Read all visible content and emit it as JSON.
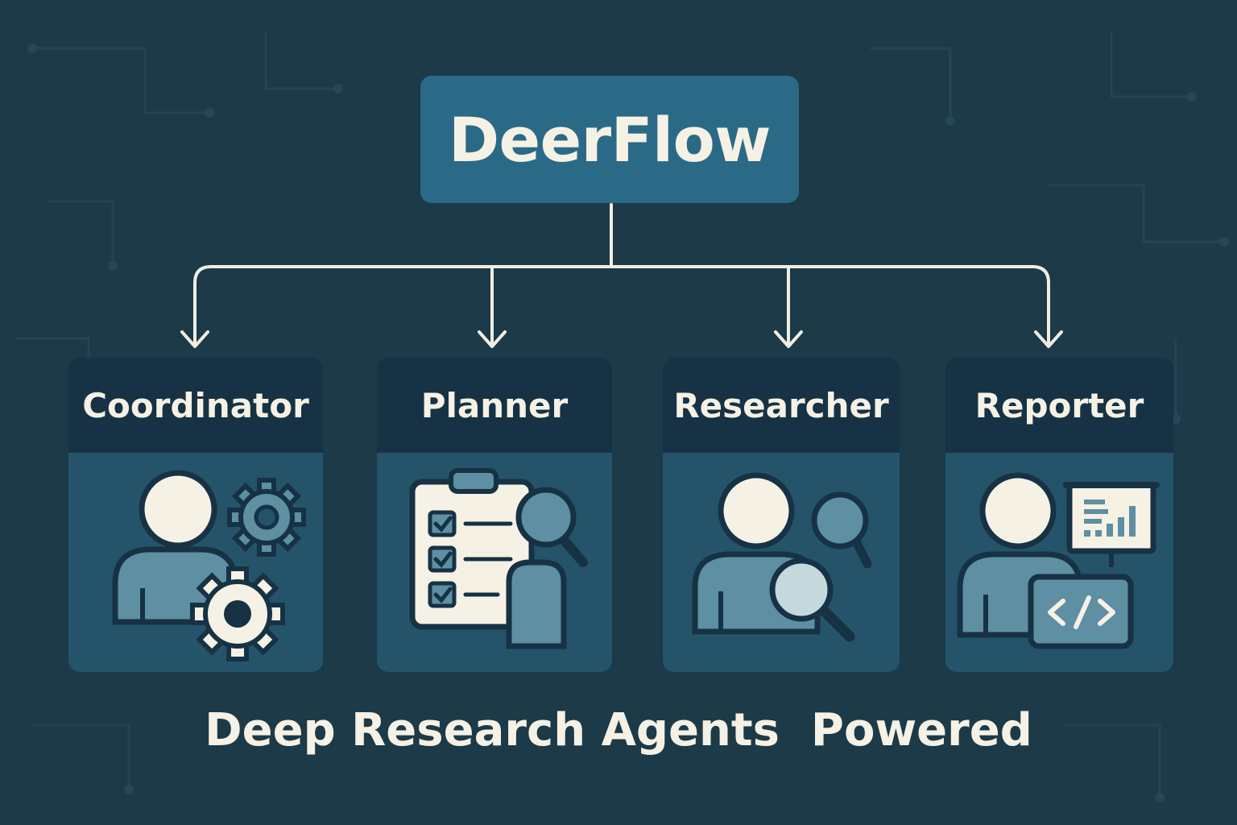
{
  "root": {
    "label": "DeerFlow"
  },
  "agents": [
    {
      "label": "Coordinator",
      "icon": "person-gears-icon"
    },
    {
      "label": "Planner",
      "icon": "checklist-search-icon"
    },
    {
      "label": "Researcher",
      "icon": "person-magnifier-icon"
    },
    {
      "label": "Reporter",
      "icon": "person-chart-code-icon"
    }
  ],
  "tagline": "Deep Research Agents  Powered",
  "colors": {
    "background": "#1c3a48",
    "root_box": "#2b6a87",
    "card_body": "#25546a",
    "card_header": "#163244",
    "text": "#f5f1e4",
    "icon_fill": "#5e8fa2"
  }
}
